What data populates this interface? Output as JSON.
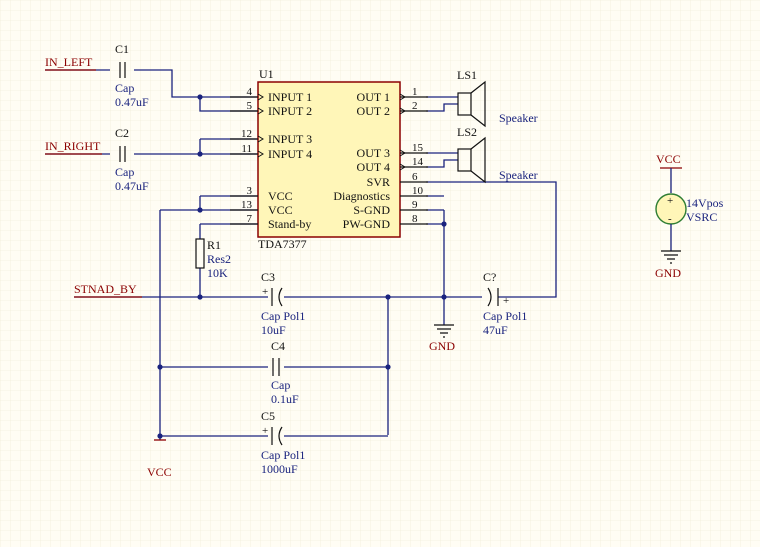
{
  "ic": {
    "ref": "U1",
    "part": "TDA7377",
    "left_pins": [
      {
        "num": "4",
        "name": "INPUT 1"
      },
      {
        "num": "5",
        "name": "INPUT 2"
      },
      {
        "num": "12",
        "name": "INPUT 3"
      },
      {
        "num": "11",
        "name": "INPUT 4"
      },
      {
        "num": "3",
        "name": "VCC"
      },
      {
        "num": "13",
        "name": "VCC"
      },
      {
        "num": "7",
        "name": "Stand-by"
      }
    ],
    "right_pins": [
      {
        "num": "1",
        "name": "OUT 1"
      },
      {
        "num": "2",
        "name": "OUT 2"
      },
      {
        "num": "15",
        "name": "OUT 3"
      },
      {
        "num": "14",
        "name": "OUT 4"
      },
      {
        "num": "6",
        "name": "SVR"
      },
      {
        "num": "10",
        "name": "Diagnostics"
      },
      {
        "num": "9",
        "name": "S-GND"
      },
      {
        "num": "8",
        "name": "PW-GND"
      }
    ]
  },
  "caps": {
    "c1": {
      "ref": "C1",
      "type": "Cap",
      "value": "0.47uF"
    },
    "c2": {
      "ref": "C2",
      "type": "Cap",
      "value": "0.47uF"
    },
    "c3": {
      "ref": "C3",
      "type": "Cap Pol1",
      "value": "10uF"
    },
    "c4": {
      "ref": "C4",
      "type": "Cap",
      "value": "0.1uF"
    },
    "c5": {
      "ref": "C5",
      "type": "Cap Pol1",
      "value": "1000uF"
    },
    "c7": {
      "ref": "C?",
      "type": "Cap Pol1",
      "value": "47uF"
    }
  },
  "resistor": {
    "ref": "R1",
    "type": "Res2",
    "value": "10K"
  },
  "speakers": {
    "ls1": {
      "ref": "LS1",
      "label": "Speaker"
    },
    "ls2": {
      "ref": "LS2",
      "label": "Speaker"
    }
  },
  "nets": {
    "in_left": "IN_LEFT",
    "in_right": "IN_RIGHT",
    "standby": "STNAD_BY",
    "gnd": "GND",
    "vcc_bottom": "VCC"
  },
  "source": {
    "value": "14Vpos",
    "type": "VSRC",
    "plus": "+",
    "minus": "-",
    "vcc": "VCC",
    "gnd": "GND"
  },
  "polarity_mark": "+",
  "colors": {
    "wire": "#1a237e",
    "net_label": "#8b0000",
    "ic_fill": "#fff6b8",
    "background": "#fffdf4"
  }
}
